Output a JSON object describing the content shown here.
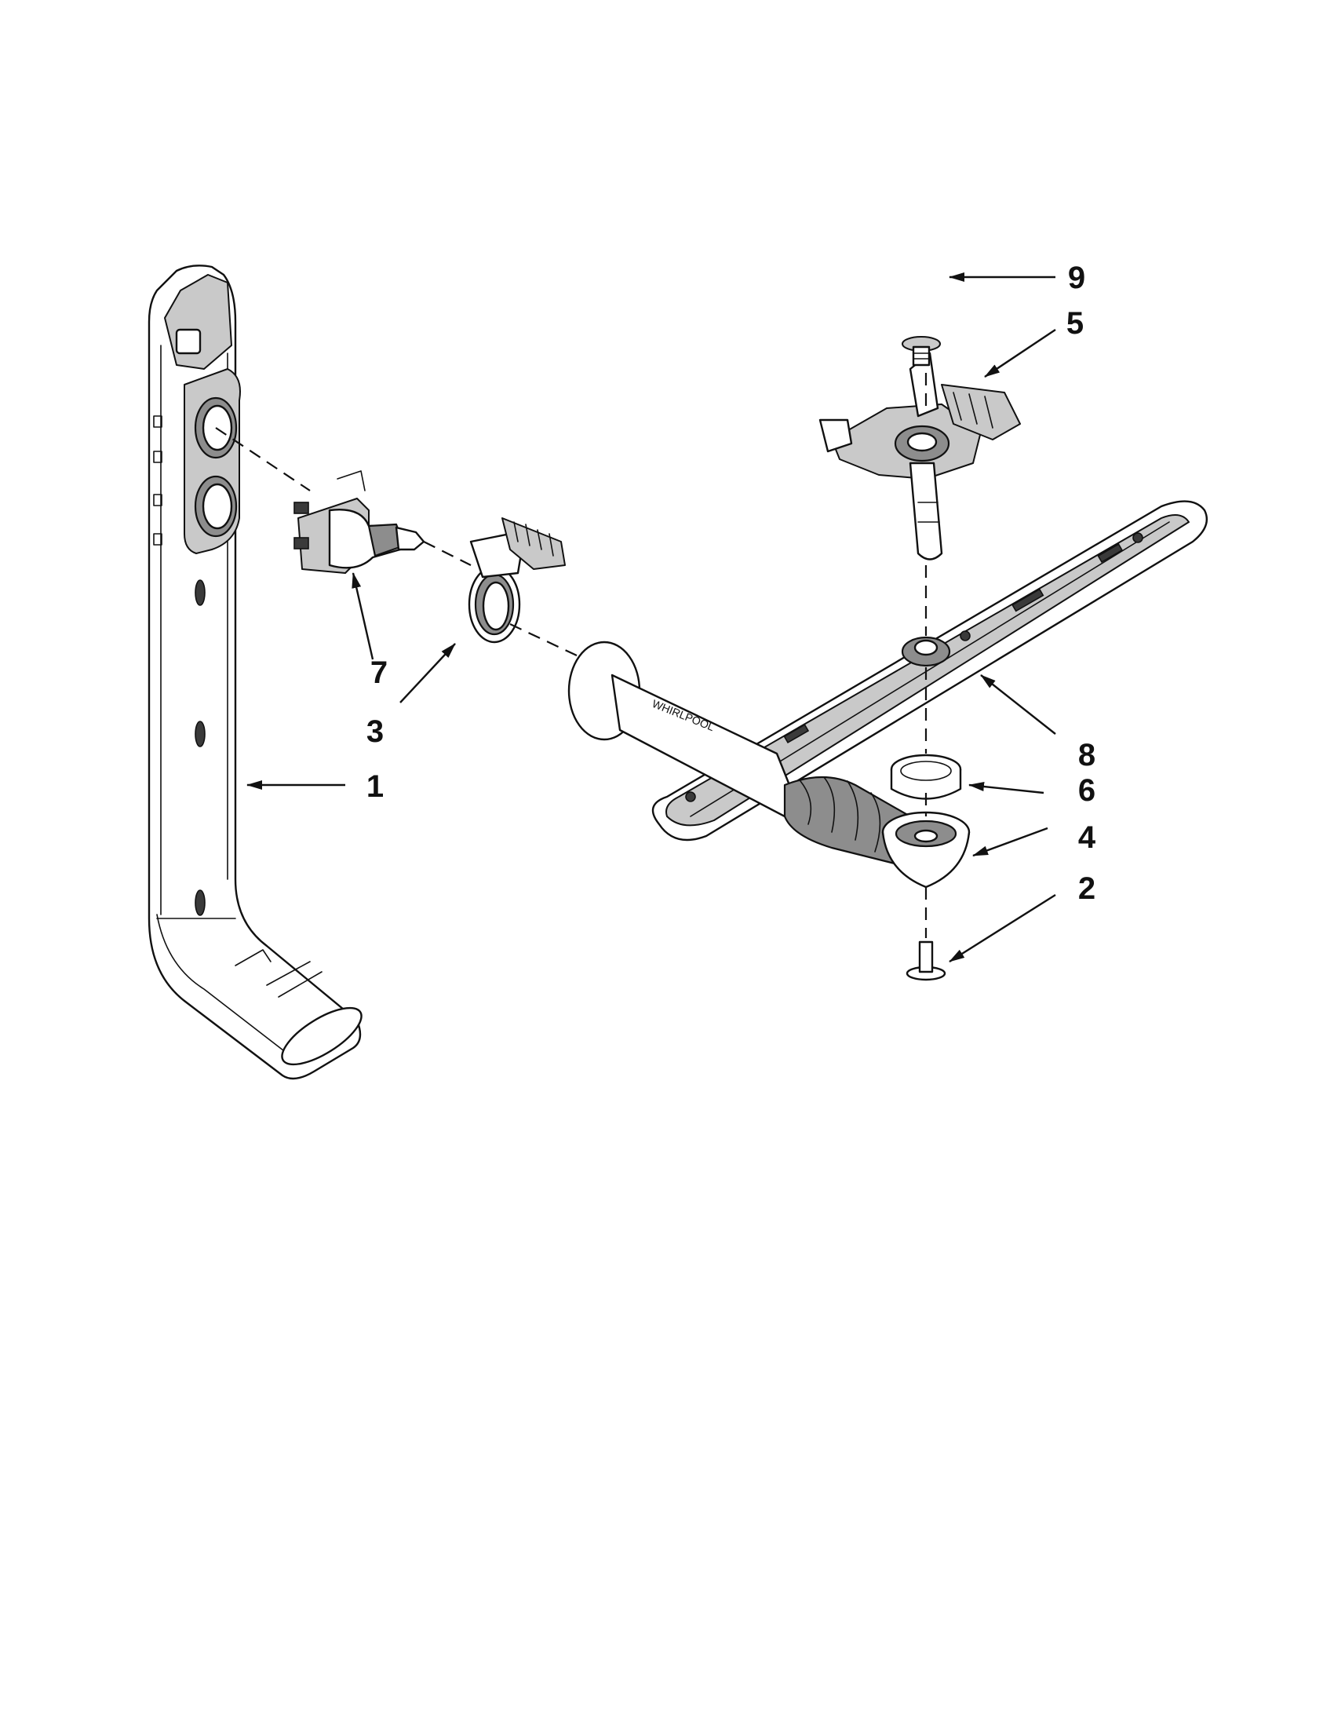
{
  "callouts": [
    {
      "id": "1",
      "label": "1"
    },
    {
      "id": "2",
      "label": "2"
    },
    {
      "id": "3",
      "label": "3"
    },
    {
      "id": "4",
      "label": "4"
    },
    {
      "id": "5",
      "label": "5"
    },
    {
      "id": "6",
      "label": "6"
    },
    {
      "id": "7",
      "label": "7"
    },
    {
      "id": "8",
      "label": "8"
    },
    {
      "id": "9",
      "label": "9"
    }
  ],
  "colors": {
    "line": "#111111",
    "part_grey": "#8d8d8d",
    "part_light": "#c9c9c9",
    "background": "#ffffff"
  }
}
